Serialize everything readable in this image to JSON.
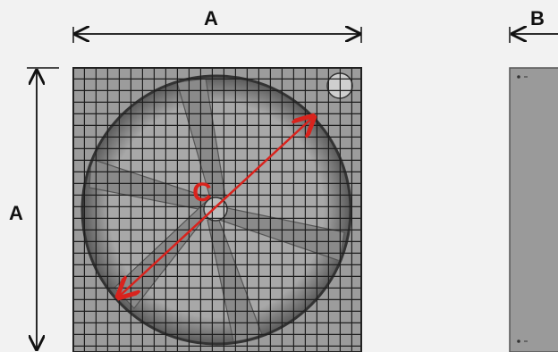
{
  "labels": {
    "width": "A",
    "height": "A",
    "depth": "B",
    "diameter": "C"
  },
  "colors": {
    "background": "#f2f2f2",
    "frame": "#8c8c8c",
    "grill": "#1e1e1e",
    "blade": "#8a8a8a",
    "dimension_line": "#111111",
    "diameter_arrow": "#d9231d",
    "side_panel": "#9a9a9a"
  }
}
